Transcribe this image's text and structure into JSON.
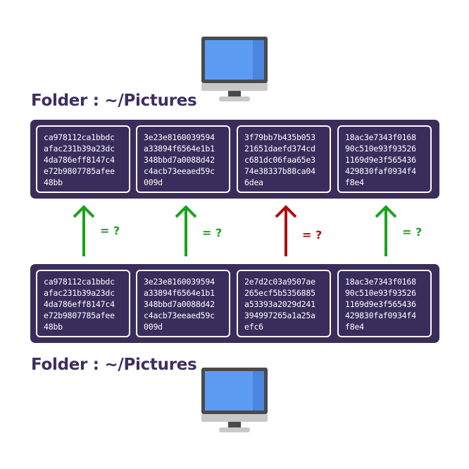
{
  "colors": {
    "panel": "#3a2d5c",
    "label": "#3d2f60",
    "match": "#1aa31a",
    "mismatch": "#b00c0c",
    "screen": "#5b9cf2",
    "monitor_body": "#4a4a4a",
    "stand": "#c8c8c8"
  },
  "top": {
    "folder_label": "Folder : ~/Pictures",
    "hashes": [
      {
        "lines": [
          "ca978112ca1bbdc",
          "afac231b39a23dc",
          "4da786eff8147c4",
          "e72b9807785afee",
          "48bb"
        ]
      },
      {
        "lines": [
          "3e23e8160039594",
          "a33894f6564e1b1",
          "348bbd7a0088d42",
          "c4acb73eeaed59c",
          "009d"
        ]
      },
      {
        "lines": [
          "3f79bb7b435b053",
          "21651daefd374cd",
          "c681dc06faa65e3",
          "74e38337b88ca04",
          "6dea"
        ]
      },
      {
        "lines": [
          "18ac3e7343f0168",
          "90c510e93f93526",
          "1169d9e3f565436",
          "429830faf0934f4",
          "f8e4"
        ]
      }
    ]
  },
  "bottom": {
    "folder_label": "Folder : ~/Pictures",
    "hashes": [
      {
        "lines": [
          "ca978112ca1bbdc",
          "afac231b39a23dc",
          "4da786eff8147c4",
          "e72b9807785afee",
          "48bb"
        ]
      },
      {
        "lines": [
          "3e23e8160039594",
          "a33894f6564e1b1",
          "348bbd7a0088d42",
          "c4acb73eeaed59c",
          "009d"
        ]
      },
      {
        "lines": [
          "2e7d2c03a9507ae",
          "265ecf5b5356885",
          "a53393a2029d241",
          "394997265a1a25a",
          "efc6"
        ]
      },
      {
        "lines": [
          "18ac3e7343f0168",
          "90c510e93f93526",
          "1169d9e3f565436",
          "429830faf0934f4",
          "f8e4"
        ]
      }
    ]
  },
  "comparisons": [
    {
      "label": "= ?",
      "status": "match"
    },
    {
      "label": "= ?",
      "status": "match"
    },
    {
      "label": "= ?",
      "status": "mismatch"
    },
    {
      "label": "= ?",
      "status": "match"
    }
  ],
  "icons": {
    "computer": "desktop-computer-icon",
    "arrow": "arrow-up-icon"
  }
}
